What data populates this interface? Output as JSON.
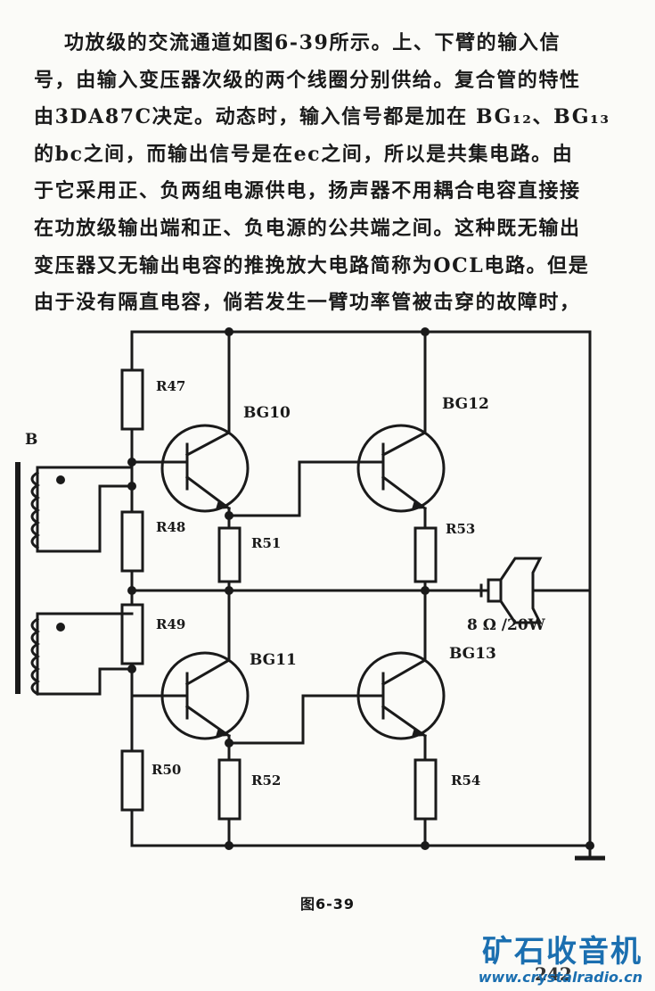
{
  "paragraph": {
    "lines": [
      "功放级的交流通道如图6-39所示。上、下臂的输入信",
      "号，由输入变压器次级的两个线圈分别供给。复合管的特性",
      "由3DA87C决定。动态时，输入信号都是加在 BG₁₂、BG₁₃",
      "的bc之间，而输出信号是在ec之间，所以是共集电路。由",
      "于它采用正、负两组电源供电，扬声器不用耦合电容直接接",
      "在功放级输出端和正、负电源的公共端之间。这种既无输出",
      "变压器又无输出电容的推挽放大电路简称为OCL电路。但是",
      "由于没有隔直电容，倘若发生一臂功率管被击穿的故障时，"
    ]
  },
  "circuit": {
    "transformer_label": "B",
    "resistors": {
      "r47": "R47",
      "r48": "R48",
      "r49": "R49",
      "r50": "R50",
      "r51": "R51",
      "r52": "R52",
      "r53": "R53",
      "r54": "R54"
    },
    "transistors": {
      "bg10": "BG10",
      "bg11": "BG11",
      "bg12": "BG12",
      "bg13": "BG13"
    },
    "speaker_label": "8 Ω /20W"
  },
  "caption": "图6-39",
  "page_number": "242",
  "watermark": {
    "title": "矿石收音机",
    "url": "www.crystalradio.cn",
    "color": "#1b6fb0"
  }
}
